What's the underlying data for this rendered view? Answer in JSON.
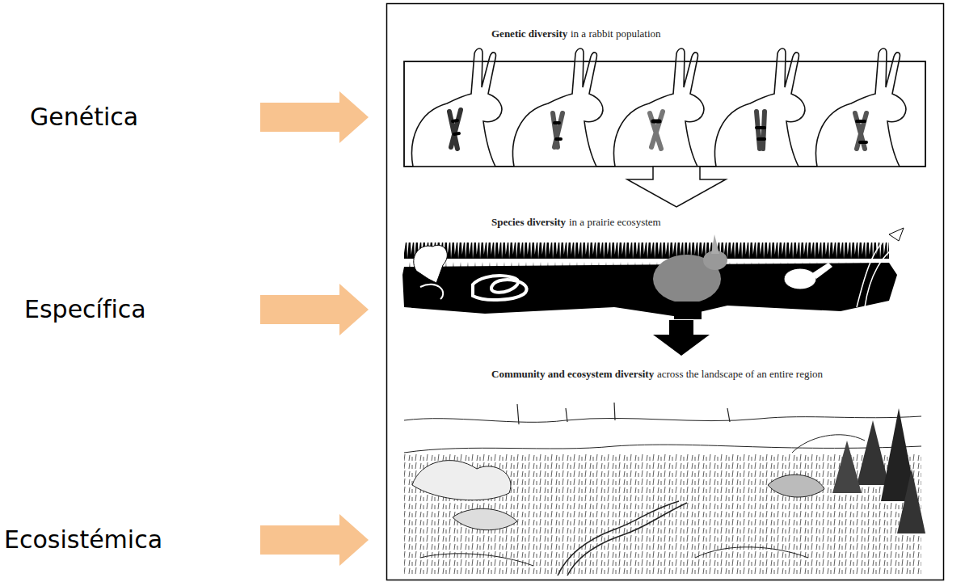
{
  "diagram": {
    "labels": [
      "Genética",
      "Específica",
      "Ecosistémica",
      "Genetic diversity",
      "in a rabbit population",
      "Species diversity",
      "in a prairie ecosystem",
      "Community and ecosystem diversity",
      "across the landscape of an entire region"
    ]
  }
}
